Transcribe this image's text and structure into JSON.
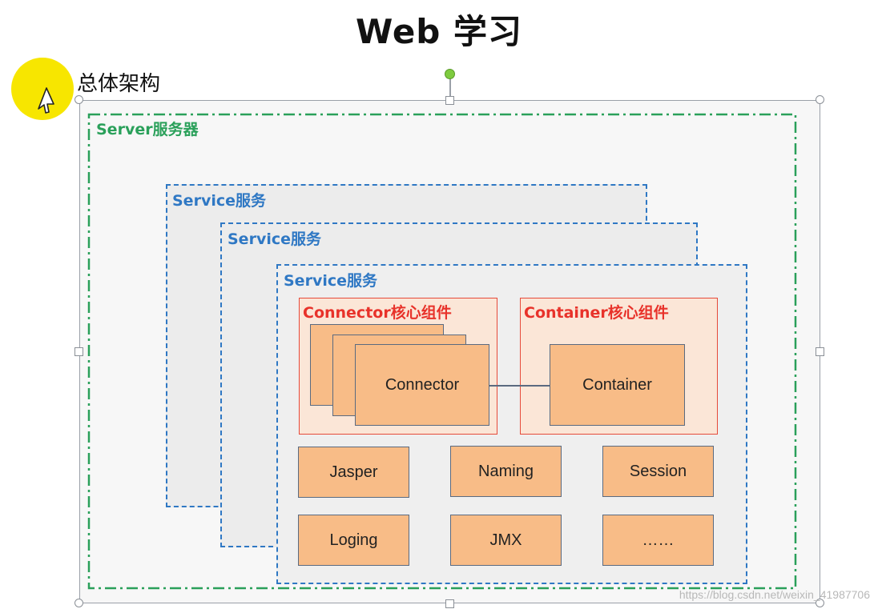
{
  "page": {
    "title": "Web 学习",
    "subtitle": "总体架构"
  },
  "diagram": {
    "server_label": "Server服务器",
    "service_labels": [
      "Service服务",
      "Service服务",
      "Service服务"
    ],
    "connector_core_label": "Connector核心组件",
    "container_core_label": "Container核心组件",
    "connector_label": "Connector",
    "container_label": "Container",
    "components": [
      "Jasper",
      "Naming",
      "Session",
      "Loging",
      "JMX",
      "……"
    ],
    "colors": {
      "server": "#2aa05a",
      "service": "#2f78c4",
      "core": "#e8322a",
      "component_fill": "#f8bc87",
      "cursor_highlight": "#f7e600"
    }
  },
  "watermark": "https://blog.csdn.net/weixin_41987706"
}
